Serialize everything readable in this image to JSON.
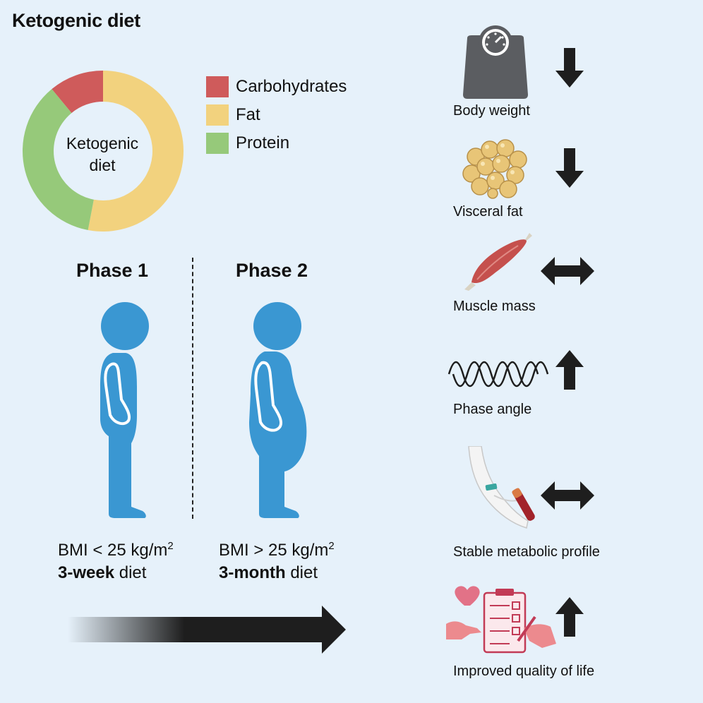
{
  "title": "Ketogenic diet",
  "donut": {
    "center_label_line1": "Ketogenic",
    "center_label_line2": "diet",
    "segments": [
      {
        "name": "Carbohydrates",
        "fraction": 0.11,
        "color": "#cf5b5b"
      },
      {
        "name": "Fat",
        "fraction": 0.53,
        "color": "#f2d27e"
      },
      {
        "name": "Protein",
        "fraction": 0.36,
        "color": "#96c97a"
      }
    ]
  },
  "legend": [
    {
      "label": "Carbohydrates",
      "color": "#cf5b5b"
    },
    {
      "label": "Fat",
      "color": "#f2d27e"
    },
    {
      "label": "Protein",
      "color": "#96c97a"
    }
  ],
  "phases": [
    {
      "title": "Phase 1",
      "bmi_prefix": "BMI < 25 kg/m",
      "bmi_sup": "2",
      "duration_bold": "3-week",
      "duration_rest": " diet"
    },
    {
      "title": "Phase 2",
      "bmi_prefix": "BMI > 25 kg/m",
      "bmi_sup": "2",
      "duration_bold": "3-month",
      "duration_rest": " diet"
    }
  ],
  "outcomes": [
    {
      "label": "Body weight",
      "icon": "scale-icon",
      "trend": "decrease"
    },
    {
      "label": "Visceral fat",
      "icon": "fat-cells-icon",
      "trend": "decrease"
    },
    {
      "label": "Muscle mass",
      "icon": "muscle-icon",
      "trend": "unchanged"
    },
    {
      "label": "Phase angle",
      "icon": "wave-icon",
      "trend": "increase"
    },
    {
      "label": "Stable metabolic profile",
      "icon": "blood-draw-icon",
      "trend": "unchanged"
    },
    {
      "label": "Improved quality of life",
      "icon": "questionnaire-icon",
      "trend": "increase"
    }
  ],
  "colors": {
    "background": "#e6f1fa",
    "figure": "#3a97d2",
    "arrow": "#1e1e1e"
  }
}
